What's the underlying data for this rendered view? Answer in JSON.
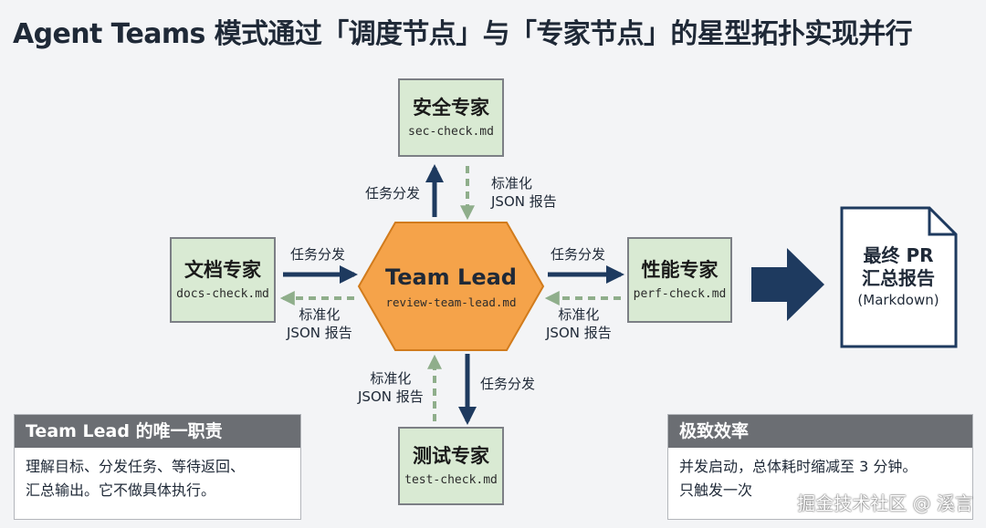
{
  "title": "Agent Teams 模式通过「调度节点」与「专家节点」的星型拓扑实现并行",
  "hub": {
    "name": "Team Lead",
    "file": "review-team-lead.md"
  },
  "experts": {
    "security": {
      "name": "安全专家",
      "file": "sec-check.md"
    },
    "docs": {
      "name": "文档专家",
      "file": "docs-check.md"
    },
    "perf": {
      "name": "性能专家",
      "file": "perf-check.md"
    },
    "test": {
      "name": "测试专家",
      "file": "test-check.md"
    }
  },
  "edges": {
    "dispatch": "任务分发",
    "report_line1": "标准化",
    "report_line2": "JSON 报告"
  },
  "output": {
    "line1": "最终 PR",
    "line2": "汇总报告",
    "line3": "(Markdown)"
  },
  "cards": {
    "lead": {
      "title": "Team Lead 的唯一职责",
      "line1": "理解目标、分发任务、等待返回、",
      "line2": "汇总输出。它不做具体执行。"
    },
    "efficiency": {
      "title": "极致效率",
      "line1": "并发启动，总体耗时缩减至 3 分钟。",
      "line2": "只触发一次"
    }
  },
  "watermark": "掘金技术社区 @ 溪言",
  "colors": {
    "expert_fill": "#d9ead3",
    "hub_fill": "#f5a34a",
    "dispatch_arrow": "#1e3a5f",
    "report_arrow": "#8fae8b",
    "card_header": "#6b6e73"
  }
}
